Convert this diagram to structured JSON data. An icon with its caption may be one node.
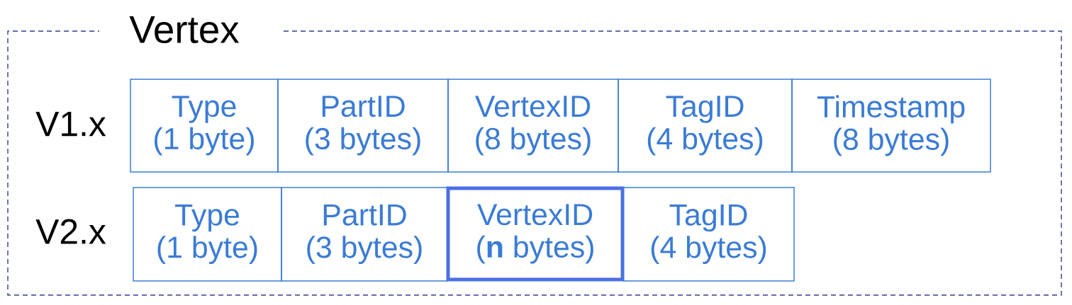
{
  "diagram": {
    "nodes": [
      {
        "text": [
          "Vertex"
        ]
      },
      {
        "text": [
          "Type",
          "(1 byte)"
        ],
        "in": 0
      },
      {
        "text": [
          "PartID",
          "(3 bytes)"
        ],
        "in": 0
      },
      {
        "text": [
          "VertexID",
          "(8 bytes)"
        ],
        "in": 0
      },
      {
        "text": [
          "TagID",
          "(4 bytes)"
        ],
        "in": 0
      },
      {
        "text": [
          "Timestamp",
          "(8 bytes)"
        ],
        "in": 0
      },
      {
        "text": [
          "Type",
          "(1 byte)"
        ],
        "in": 0
      },
      {
        "text": [
          "PartID",
          "(3 bytes)"
        ],
        "in": 0
      },
      {
        "text": [
          "VertexID",
          "(**n** bytes)"
        ],
        "in": 0
      },
      {
        "text": [
          "TagID",
          "(4 bytes)"
        ],
        "in": 0
      }
    ],
    "labels": [
      "V1.x",
      "V2.x"
    ]
  }
}
